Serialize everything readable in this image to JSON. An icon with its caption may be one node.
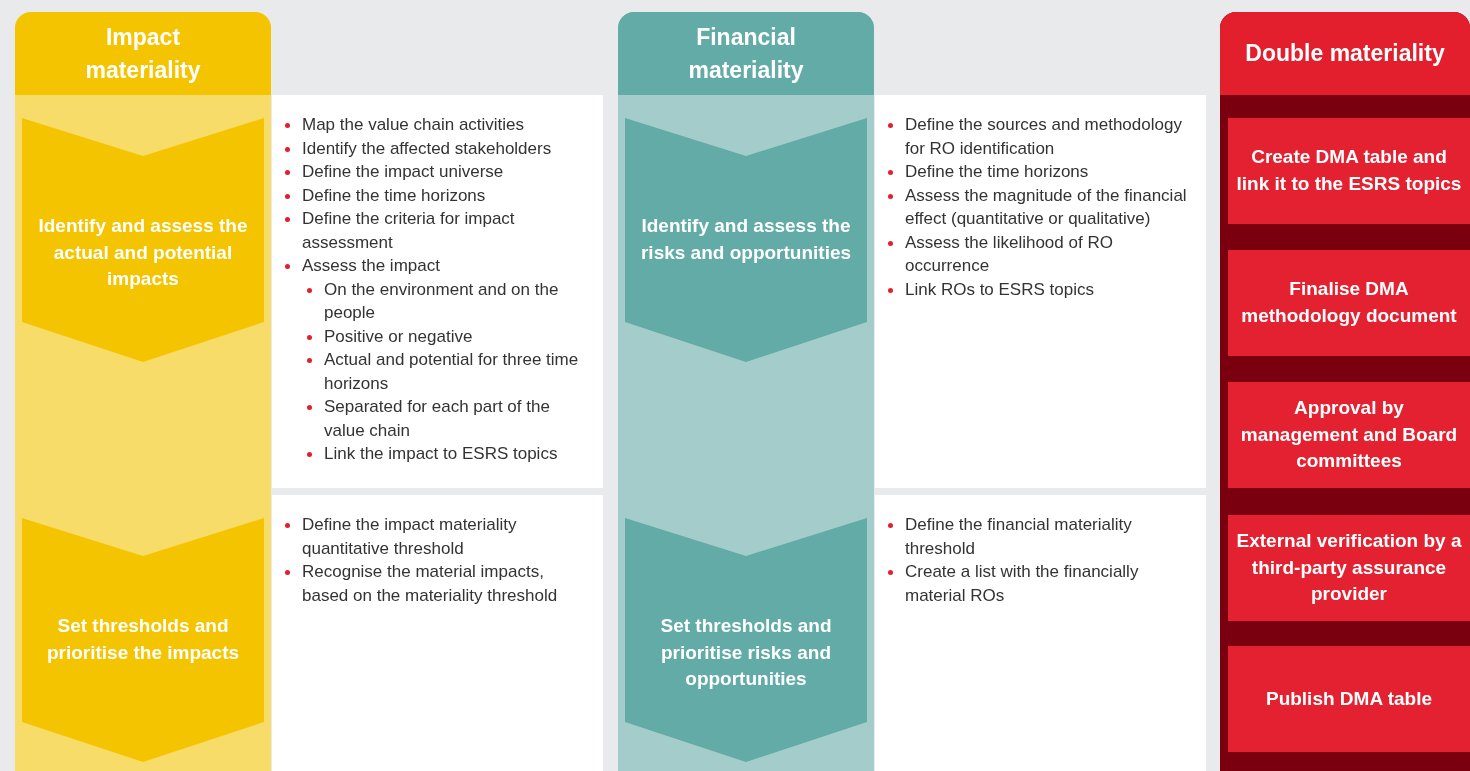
{
  "diagram": {
    "nodes": [
      {
        "text": [
          "Impact materiality"
        ]
      },
      {
        "text": [
          "Identify and assess the actual and potential impacts"
        ],
        "in": 0
      },
      {
        "text": [
          "Set thresholds and prioritise the impacts"
        ],
        "in": 0
      },
      {
        "text": [
          "Map the value chain activities",
          "Identify the affected stakeholders",
          "Define the impact universe",
          "Define the time horizons",
          "Define the criteria for impact assessment",
          "Assess the impact",
          "On the environment and on the people",
          "Positive or negative",
          "Actual and potential for three time horizons",
          "Separated for each part of the value chain",
          "Link the impact to ESRS topics"
        ]
      },
      {
        "text": [
          "Define the impact materiality quantitative threshold",
          "Recognise the material impacts, based on the materiality threshold"
        ]
      },
      {
        "text": [
          "Financial materiality"
        ]
      },
      {
        "text": [
          "Identify and assess the risks and opportunities"
        ],
        "in": 5
      },
      {
        "text": [
          "Set thresholds and prioritise risks and opportunities"
        ],
        "in": 5
      },
      {
        "text": [
          "Define the sources and methodology for RO identification",
          "Define the time horizons",
          "Assess the magnitude of the financial effect (quantitative or qualitative)",
          "Assess the likelihood of RO occurrence",
          "Link ROs to ESRS topics"
        ]
      },
      {
        "text": [
          "Define the financial materiality threshold",
          "Create a list with the financially material ROs"
        ]
      },
      {
        "text": [
          "Double materiality"
        ]
      },
      {
        "text": [
          "Create DMA table and link it to the ESRS topics"
        ],
        "in": 10
      },
      {
        "text": [
          "Finalise DMA methodology document"
        ],
        "in": 10
      },
      {
        "text": [
          "Approval by management and Board committees"
        ],
        "in": 10
      },
      {
        "text": [
          "External verification by a third-party assurance provider"
        ],
        "in": 10
      },
      {
        "text": [
          "Publish DMA table"
        ],
        "in": 10
      }
    ]
  }
}
